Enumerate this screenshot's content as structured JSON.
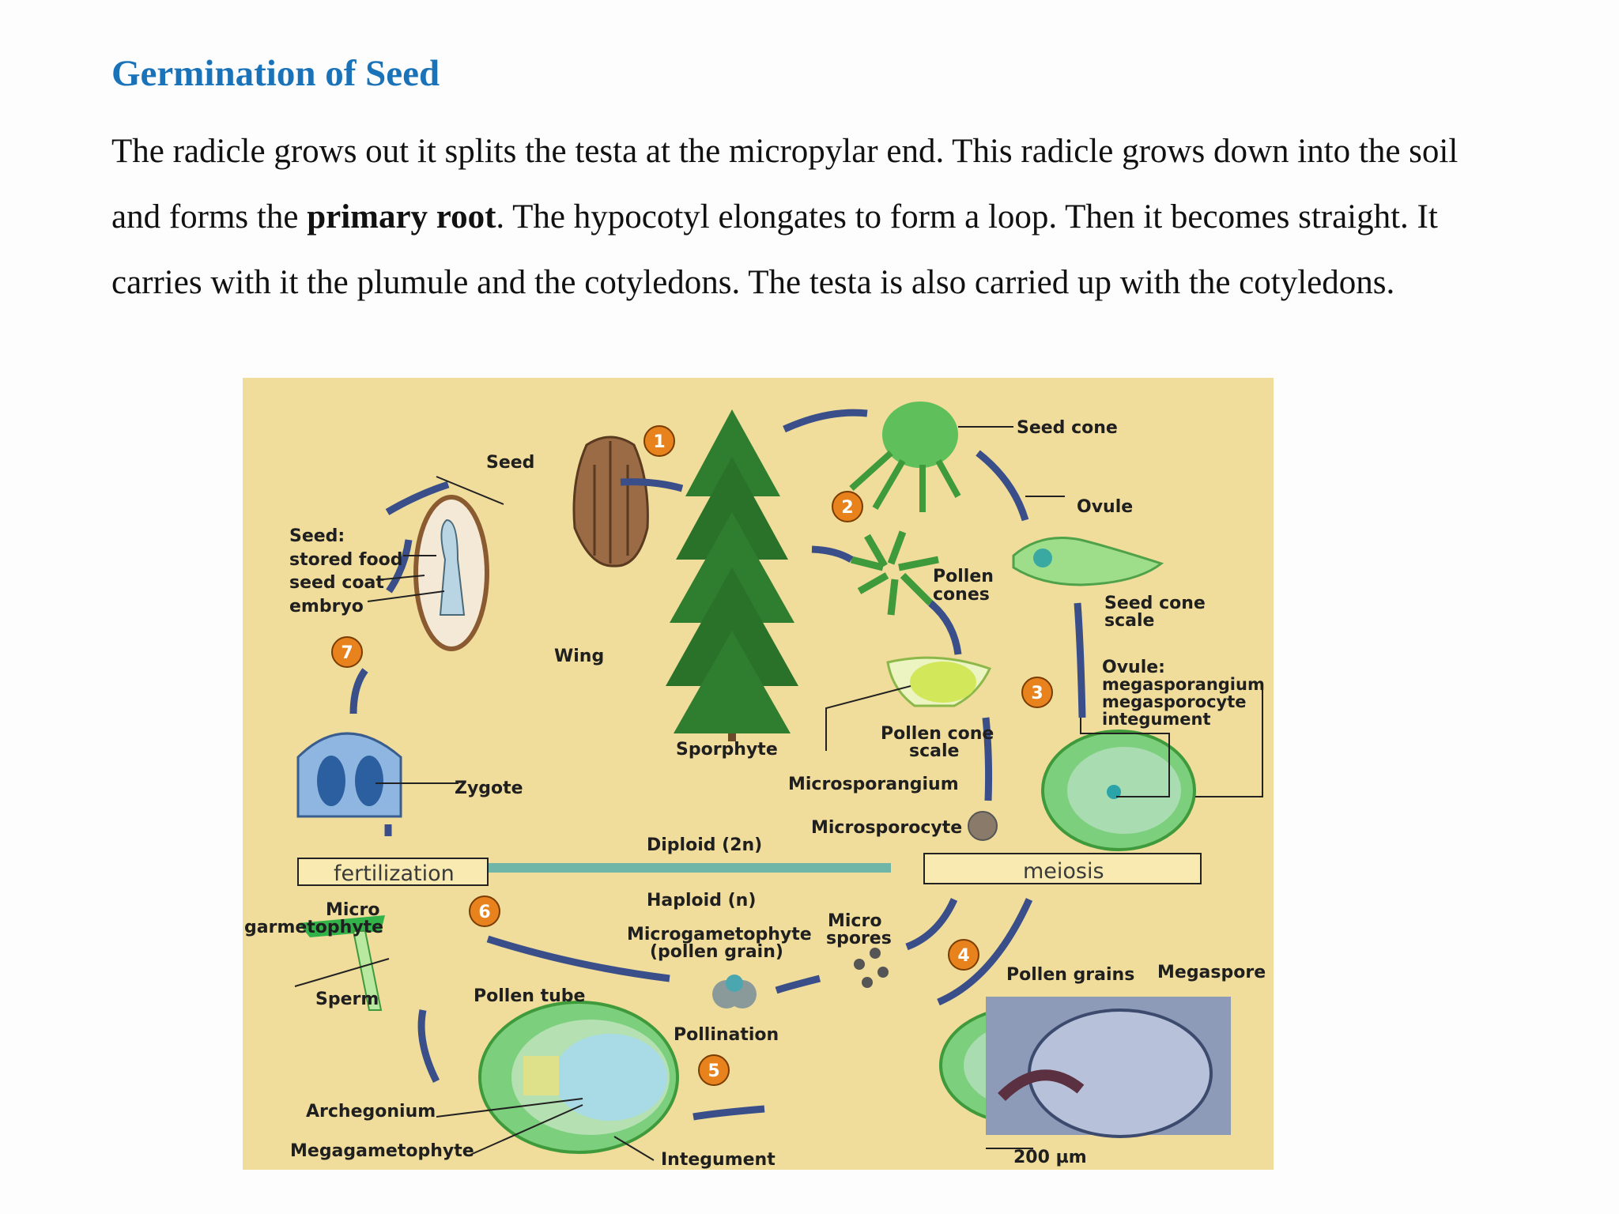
{
  "heading": "Germination of Seed",
  "paragraph": {
    "part1": "The radicle grows out it splits the testa at the micropylar end. This radicle grows down into the soil and forms the ",
    "bold": "primary root",
    "part2": ". The hypocotyl elongates to form a loop. Then it becomes straight. It carries with it the plumule and the cotyledons. The testa is also carried up with the cotyledons."
  },
  "figure": {
    "labels": {
      "seed_cone": "Seed cone",
      "seed": "Seed",
      "ovule": "Ovule",
      "seed_parts_title": "Seed:",
      "stored_food": "stored food",
      "seed_coat": "seed coat",
      "embryo": "embryo",
      "pollen_cones_1": "Pollen",
      "pollen_cones_2": "cones",
      "seed_cone_scale_1": "Seed cone",
      "seed_cone_scale_2": "scale",
      "wing": "Wing",
      "ovule_detail_1": "Ovule:",
      "ovule_detail_2": "megasporangium",
      "ovule_detail_3": "megasporocyte",
      "ovule_detail_4": "integument",
      "sporphyte": "Sporphyte",
      "pollen_cone_scale_1": "Pollen cone",
      "pollen_cone_scale_2": "scale",
      "zygote": "Zygote",
      "microsporangium": "Microsporangium",
      "microsporocyte": "Microsporocyte",
      "diploid": "Diploid (2n)",
      "fertilization": "fertilization",
      "meiosis": "meiosis",
      "haploid": "Haploid (n)",
      "micro_garm_1": "Micro",
      "micro_garm_2": "garmetophyte",
      "microspores_1": "Micro",
      "microspores_2": "spores",
      "microgametophyte_1": "Microgametophyte",
      "microgametophyte_2": "(pollen grain)",
      "pollen_grains": "Pollen grains",
      "megaspore": "Megaspore",
      "sperm": "Sperm",
      "pollen_tube": "Pollen tube",
      "pollination": "Pollination",
      "archegonium": "Archegonium",
      "megagametophyte": "Megagametophyte",
      "integument": "Integument",
      "scale_bar": "200 µm"
    },
    "steps": [
      "1",
      "2",
      "3",
      "4",
      "5",
      "6",
      "7"
    ],
    "colors": {
      "background": "#f1dd9b",
      "arrow": "#3a4f8a",
      "step_badge": "#e8821c",
      "plant_green": "#2f7d2f",
      "ovule_green": "#7ccf7c",
      "heading_blue": "#1a73b8"
    }
  }
}
